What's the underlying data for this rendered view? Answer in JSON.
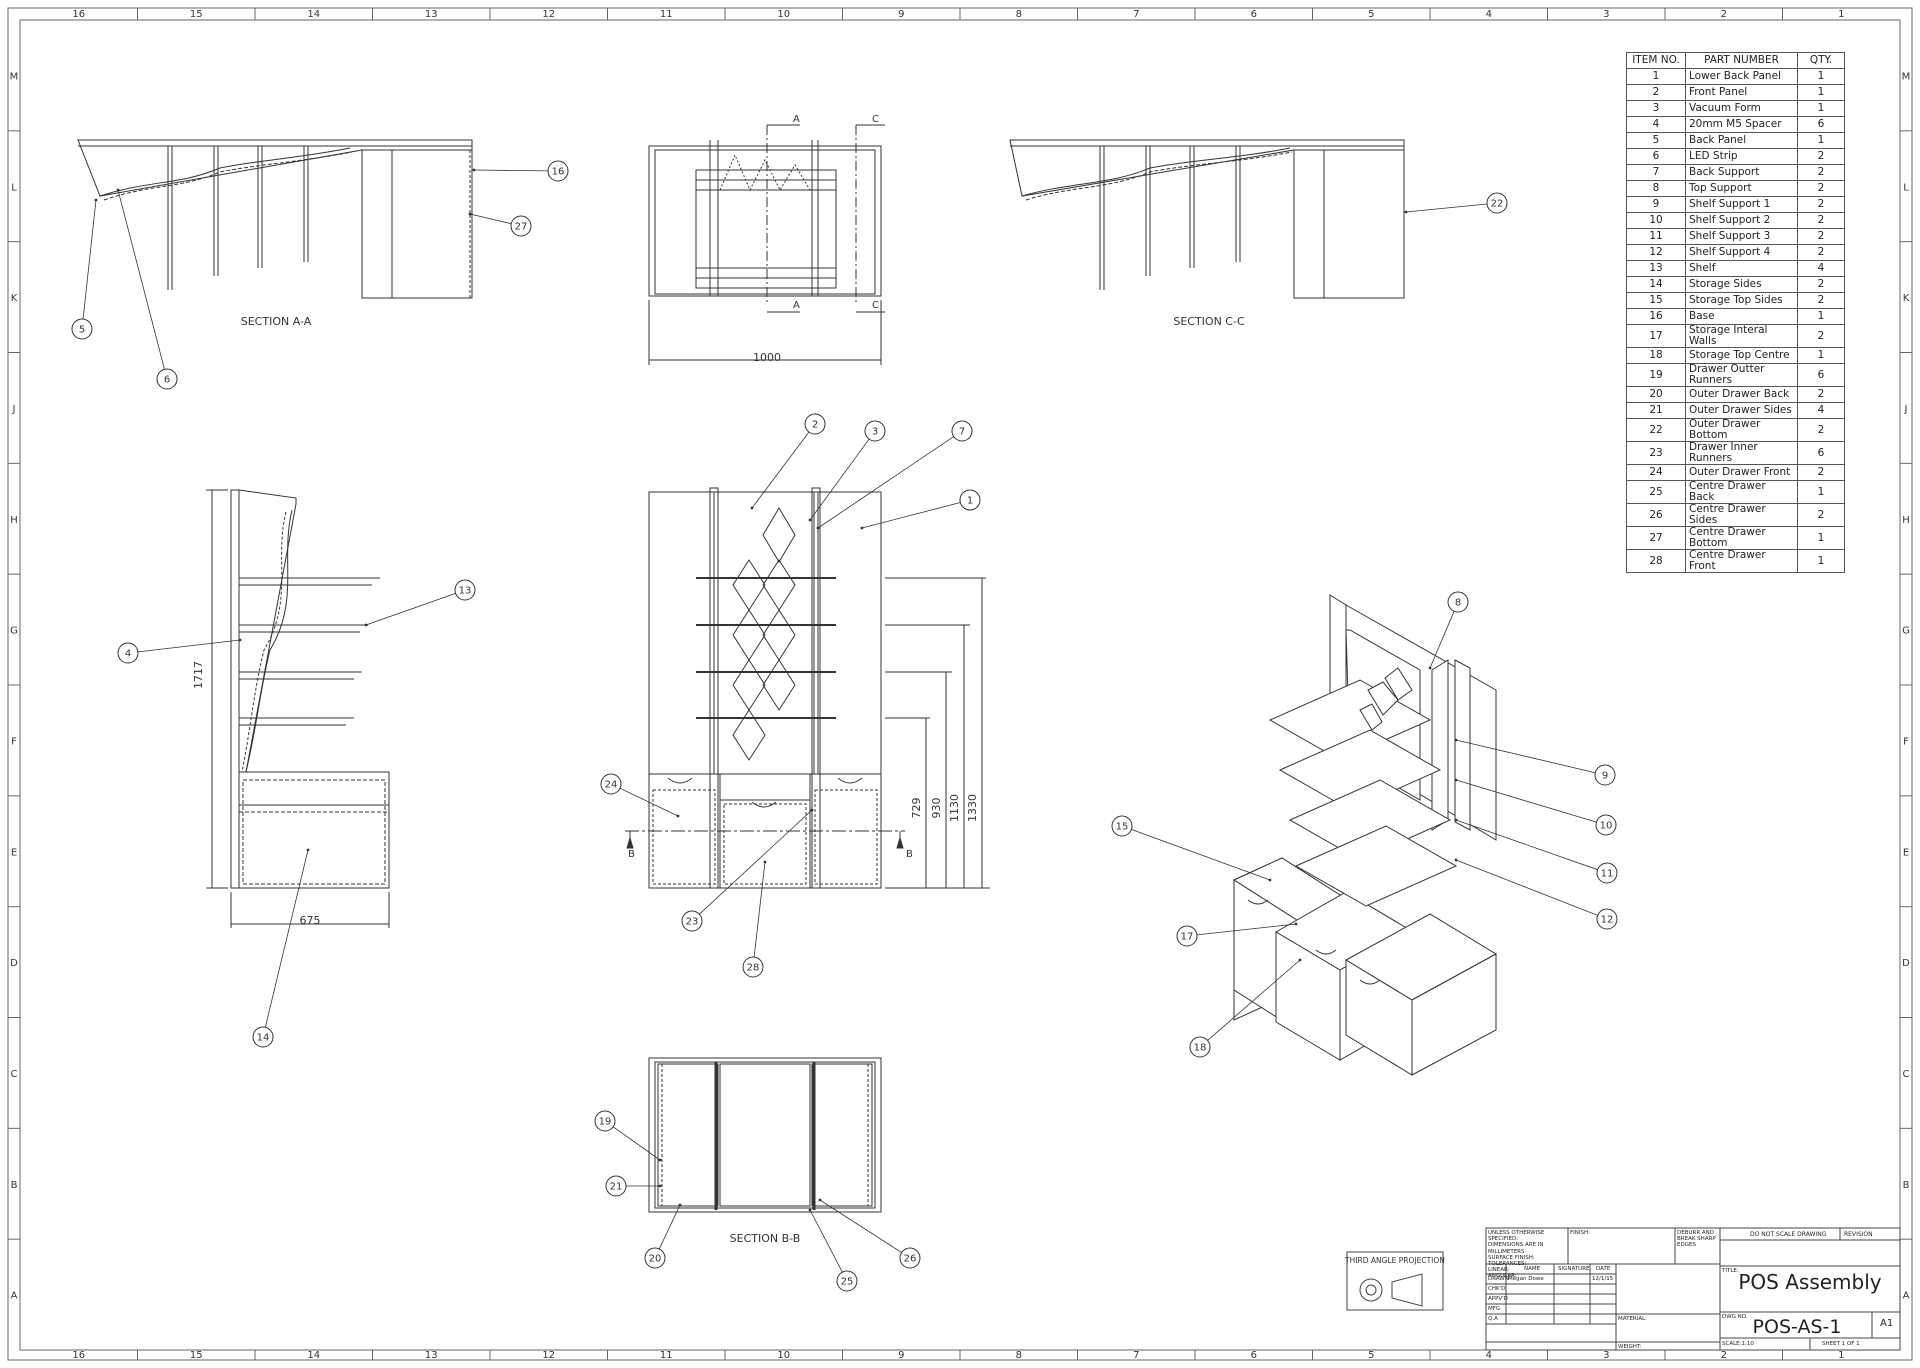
{
  "zone_columns": [
    "16",
    "15",
    "14",
    "13",
    "12",
    "11",
    "10",
    "9",
    "8",
    "7",
    "6",
    "5",
    "4",
    "3",
    "2",
    "1"
  ],
  "zone_rows": [
    "M",
    "L",
    "K",
    "J",
    "H",
    "G",
    "F",
    "E",
    "D",
    "C",
    "B",
    "A"
  ],
  "views": {
    "section_aa": "SECTION A-A",
    "section_cc": "SECTION C-C",
    "section_bb": "SECTION B-B",
    "cut_a": "A",
    "cut_b": "B",
    "cut_c": "C"
  },
  "dimensions": {
    "front_width": "1000",
    "side_depth": "675",
    "side_height": "1717",
    "h729": "729",
    "h930": "930",
    "h1130": "1130",
    "h1330": "1330"
  },
  "balloons": [
    "1",
    "2",
    "3",
    "4",
    "5",
    "6",
    "7",
    "8",
    "9",
    "10",
    "11",
    "12",
    "13",
    "14",
    "15",
    "16",
    "17",
    "18",
    "19",
    "20",
    "21",
    "22",
    "23",
    "24",
    "25",
    "26",
    "27",
    "28"
  ],
  "bom": {
    "headers": [
      "ITEM NO.",
      "PART NUMBER",
      "QTY."
    ],
    "rows": [
      {
        "item": "1",
        "part": "Lower Back Panel",
        "qty": "1"
      },
      {
        "item": "2",
        "part": "Front Panel",
        "qty": "1"
      },
      {
        "item": "3",
        "part": "Vacuum Form",
        "qty": "1"
      },
      {
        "item": "4",
        "part": "20mm M5 Spacer",
        "qty": "6"
      },
      {
        "item": "5",
        "part": "Back Panel",
        "qty": "1"
      },
      {
        "item": "6",
        "part": "LED Strip",
        "qty": "2"
      },
      {
        "item": "7",
        "part": "Back Support",
        "qty": "2"
      },
      {
        "item": "8",
        "part": "Top Support",
        "qty": "2"
      },
      {
        "item": "9",
        "part": "Shelf Support 1",
        "qty": "2"
      },
      {
        "item": "10",
        "part": "Shelf Support 2",
        "qty": "2"
      },
      {
        "item": "11",
        "part": "Shelf Support 3",
        "qty": "2"
      },
      {
        "item": "12",
        "part": "Shelf Support 4",
        "qty": "2"
      },
      {
        "item": "13",
        "part": "Shelf",
        "qty": "4"
      },
      {
        "item": "14",
        "part": "Storage Sides",
        "qty": "2"
      },
      {
        "item": "15",
        "part": "Storage Top Sides",
        "qty": "2"
      },
      {
        "item": "16",
        "part": "Base",
        "qty": "1"
      },
      {
        "item": "17",
        "part": "Storage Interal Walls",
        "qty": "2"
      },
      {
        "item": "18",
        "part": "Storage Top Centre",
        "qty": "1"
      },
      {
        "item": "19",
        "part": "Drawer Outter\nRunners",
        "qty": "6"
      },
      {
        "item": "20",
        "part": "Outer Drawer Back",
        "qty": "2"
      },
      {
        "item": "21",
        "part": "Outer Drawer Sides",
        "qty": "4"
      },
      {
        "item": "22",
        "part": "Outer Drawer Bottom",
        "qty": "2"
      },
      {
        "item": "23",
        "part": "Drawer Inner Runners",
        "qty": "6"
      },
      {
        "item": "24",
        "part": "Outer Drawer Front",
        "qty": "2"
      },
      {
        "item": "25",
        "part": "Centre Drawer Back",
        "qty": "1"
      },
      {
        "item": "26",
        "part": "Centre Drawer Sides",
        "qty": "2"
      },
      {
        "item": "27",
        "part": "Centre Drawer\nBottom",
        "qty": "1"
      },
      {
        "item": "28",
        "part": "Centre Drawer Front",
        "qty": "1"
      }
    ]
  },
  "projection": {
    "label": "THIRD ANGLE PROJECTION"
  },
  "title_block": {
    "notes": "UNLESS OTHERWISE SPECIFIED:\nDIMENSIONS ARE IN MILLIMETERS\nSURFACE FINISH:\nTOLERANCES:\n  LINEAR:\n  ANGULAR:",
    "finish": "FINISH:",
    "deburr": "DEBURR AND\nBREAK SHARP\nEDGES",
    "do_not_scale": "DO NOT SCALE DRAWING",
    "revision": "REVISION",
    "col_name": "NAME",
    "col_signature": "SIGNATURE",
    "col_date": "DATE",
    "drawn_label": "DRAWN",
    "drawn_name": "Megan Dowe",
    "drawn_date": "12/1/15",
    "chkd": "CHK'D",
    "appvd": "APPV'D",
    "mfg": "MFG",
    "qa": "Q.A",
    "material": "MATERIAL:",
    "weight": "WEIGHT:",
    "title_label": "TITLE:",
    "title": "POS Assembly",
    "dwg_no_label": "DWG NO.",
    "dwg_no": "POS-AS-1",
    "size": "A1",
    "scale": "SCALE:1:10",
    "sheet": "SHEET 1 OF 1"
  }
}
